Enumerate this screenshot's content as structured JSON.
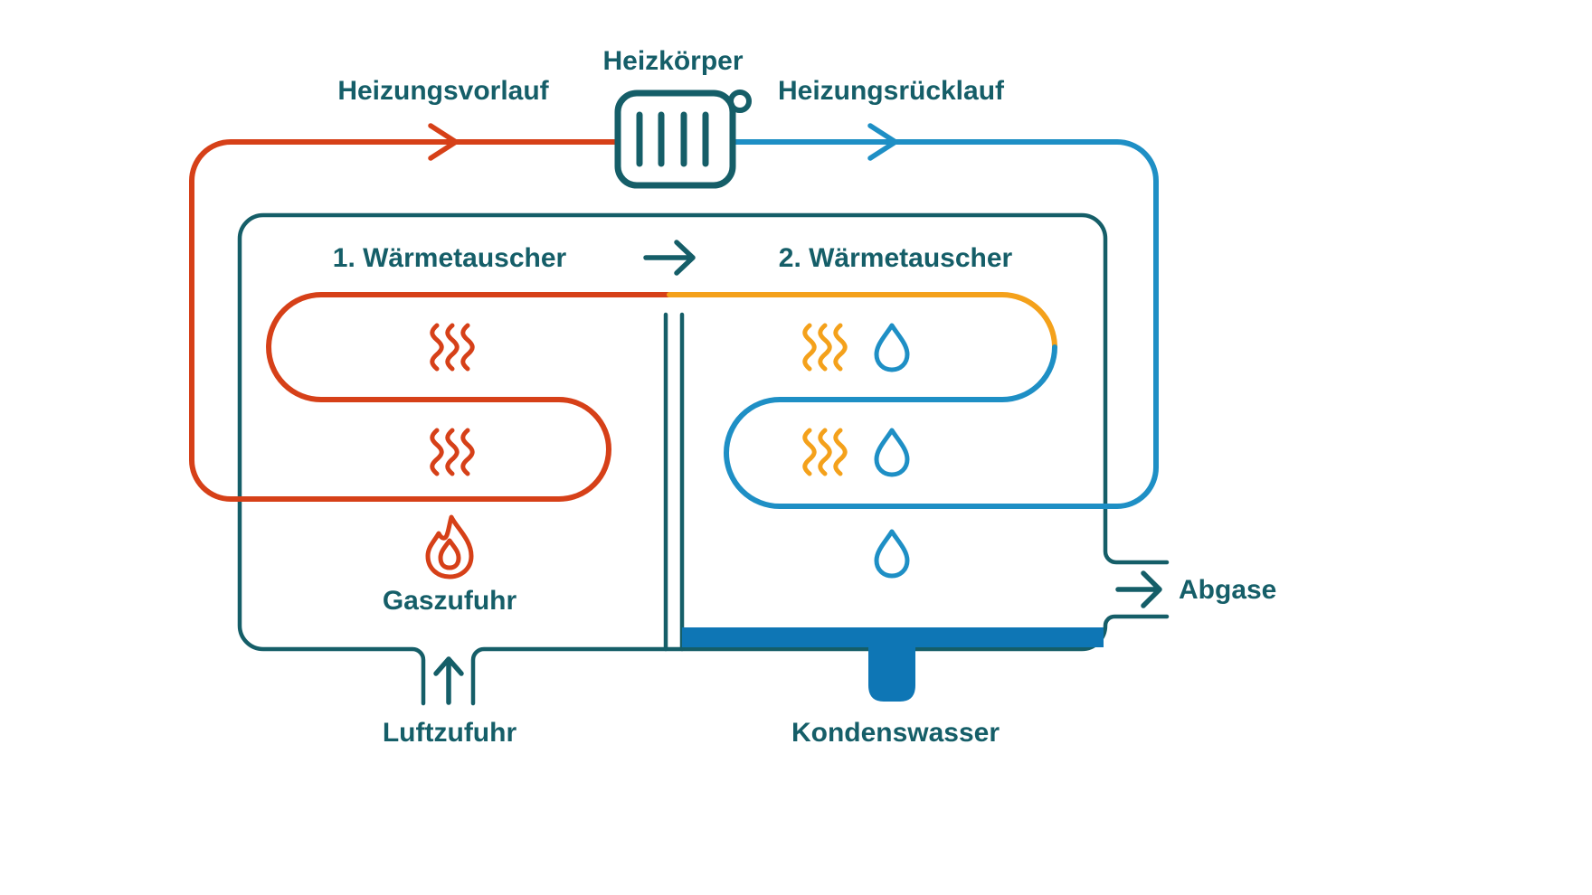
{
  "labels": {
    "heizkoerper": "Heizkörper",
    "heizungsvorlauf": "Heizungsvorlauf",
    "heizungsruecklauf": "Heizungsrücklauf",
    "waermetauscher_1": "1. Wärmetauscher",
    "waermetauscher_2": "2. Wärmetauscher",
    "gaszufuhr": "Gaszufuhr",
    "luftzufuhr": "Luftzufuhr",
    "kondenswasser": "Kondenswasser",
    "abgase": "Abgase"
  },
  "colors": {
    "teal": "#155E68",
    "red": "#D64018",
    "orange": "#F4A11B",
    "blue": "#1E8FC5",
    "condensate": "#0E76B5",
    "background": "#FFFFFF"
  },
  "icons": {
    "radiator": "radiator-icon",
    "flame": "flame-icon",
    "water_drop": "water-drop-icon",
    "heat_waves": "heat-waves-icon",
    "heat_exchanger_flow": "arrow-right-icon",
    "air_intake": "arrow-up-icon",
    "exhaust": "arrow-right-icon",
    "heating_flow": "arrow-right-icon",
    "heating_return": "arrow-right-icon"
  }
}
